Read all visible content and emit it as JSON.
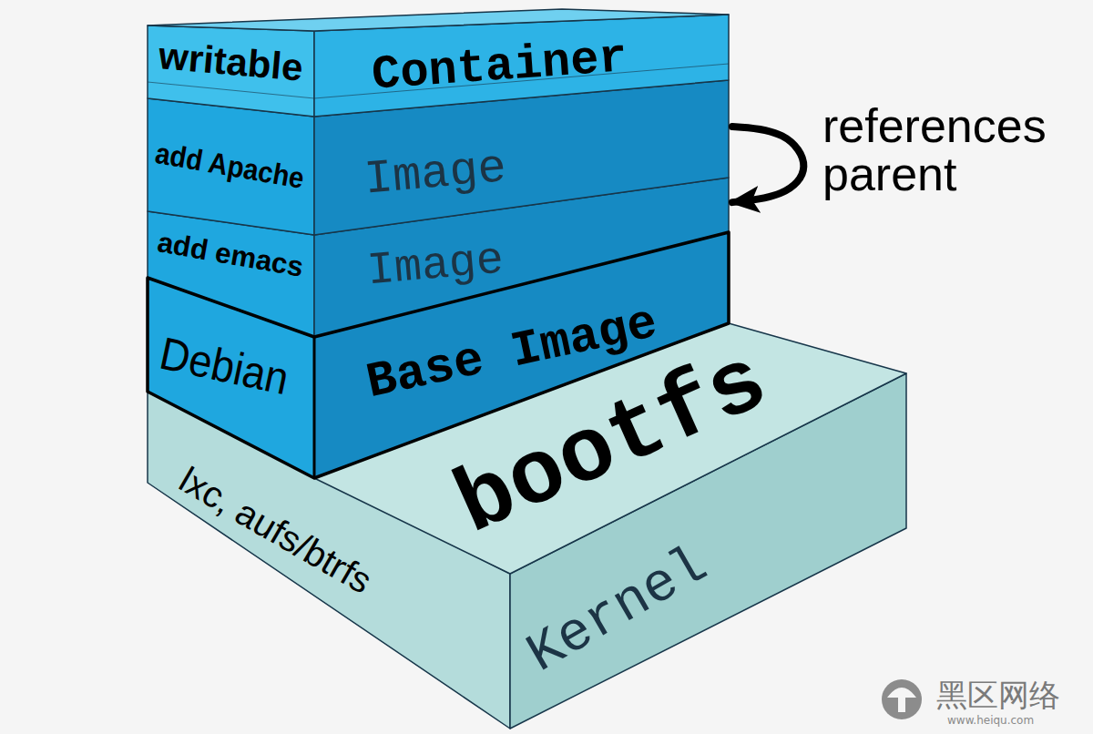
{
  "diagram": {
    "nodes": [
      {
        "text": [
          "writable",
          "Container"
        ]
      },
      {
        "text": [
          "add Apache",
          "Image"
        ]
      },
      {
        "text": [
          "add emacs",
          "Image"
        ]
      },
      {
        "text": [
          "Debian",
          "Base Image"
        ]
      },
      {
        "text": [
          "lxc, aufs/btrfs",
          "bootfs",
          "Kernel"
        ]
      }
    ],
    "edges": [
      {
        "from": 1,
        "to": 2,
        "arrow": "to",
        "label": "references parent"
      }
    ],
    "labels": [
      "黑区网络",
      "www.heiqu.com"
    ]
  }
}
